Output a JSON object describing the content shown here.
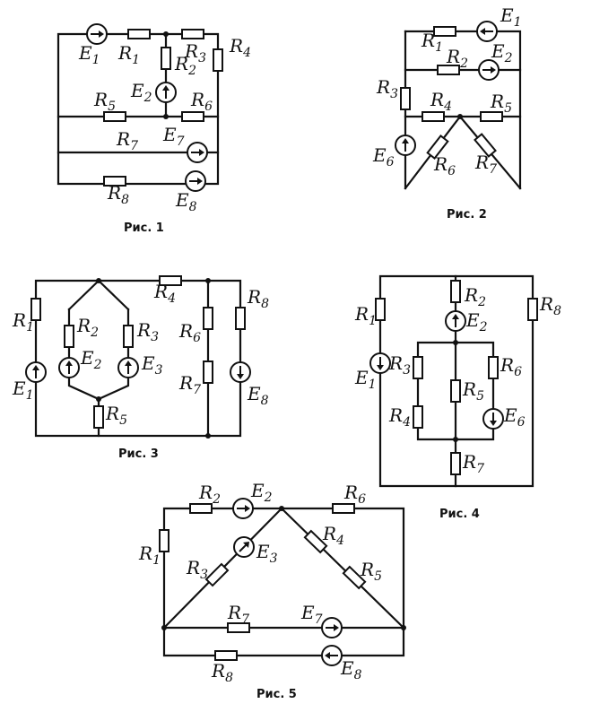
{
  "captions": {
    "fig1": "Рис. 1",
    "fig2": "Рис. 2",
    "fig3": "Рис. 3",
    "fig4": "Рис. 4",
    "fig5": "Рис. 5"
  },
  "labels": {
    "R": "R",
    "E": "E",
    "n1": "1",
    "n2": "2",
    "n3": "3",
    "n4": "4",
    "n5": "5",
    "n6": "6",
    "n7": "7",
    "n8": "8"
  }
}
